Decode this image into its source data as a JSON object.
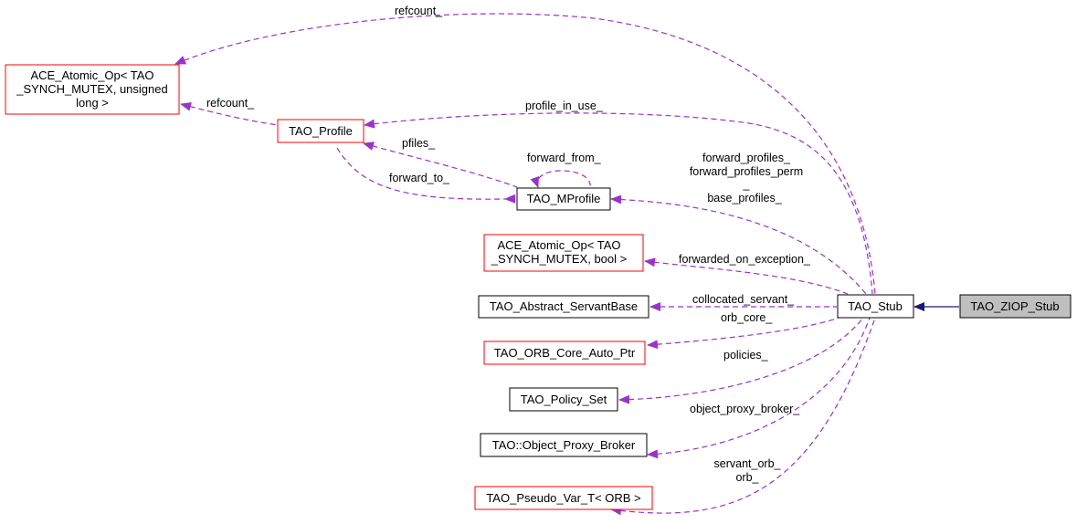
{
  "diagram": {
    "type": "collaboration-graph",
    "colors": {
      "edge_usage": "#9a32cd",
      "edge_inheritance": "#191970",
      "node_border_incomplete": "#ff0000",
      "node_border_normal": "#000000",
      "node_fill_focus": "#bfbfbf",
      "node_fill": "#ffffff"
    },
    "nodes": {
      "ace_atomic_ulong": {
        "lines": [
          "ACE_Atomic_Op< TAO",
          "_SYNCH_MUTEX, unsigned",
          "long >"
        ]
      },
      "tao_profile": {
        "lines": [
          "TAO_Profile"
        ]
      },
      "tao_mprofile": {
        "lines": [
          "TAO_MProfile"
        ]
      },
      "ace_atomic_bool": {
        "lines": [
          "ACE_Atomic_Op< TAO",
          "_SYNCH_MUTEX, bool >"
        ]
      },
      "tao_abstract_servantbase": {
        "lines": [
          "TAO_Abstract_ServantBase"
        ]
      },
      "tao_orb_core_auto_ptr": {
        "lines": [
          "TAO_ORB_Core_Auto_Ptr"
        ]
      },
      "tao_policy_set": {
        "lines": [
          "TAO_Policy_Set"
        ]
      },
      "tao_object_proxy_broker": {
        "lines": [
          "TAO::Object_Proxy_Broker"
        ]
      },
      "tao_pseudo_var_t": {
        "lines": [
          "TAO_Pseudo_Var_T< ORB >"
        ]
      },
      "tao_stub": {
        "lines": [
          "TAO_Stub"
        ]
      },
      "tao_ziop_stub": {
        "lines": [
          "TAO_ZIOP_Stub"
        ]
      }
    },
    "edge_labels": {
      "stub_refcount": "refcount_",
      "profile_refcount": "refcount_",
      "profile_in_use": "profile_in_use_",
      "pfiles": "pfiles_",
      "forward_from": "forward_from_",
      "forward_to": "forward_to_",
      "mprofile_from_stub": [
        "forward_profiles_",
        "forward_profiles_perm",
        "_",
        "base_profiles_"
      ],
      "forwarded_on_exception": "forwarded_on_exception_",
      "collocated_servant": "collocated_servant_",
      "orb_core": "orb_core_",
      "policies": "policies_",
      "object_proxy_broker": "object_proxy_broker_",
      "servant_orb": [
        "servant_orb_",
        "orb_"
      ]
    }
  }
}
